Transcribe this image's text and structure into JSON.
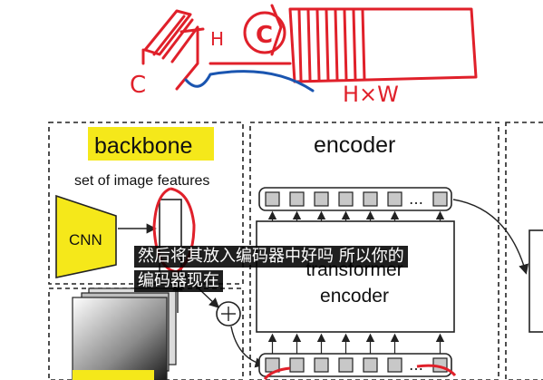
{
  "diagram": {
    "backbone_panel": {
      "title": "backbone",
      "subtitle": "set of image features",
      "cnn_label": "CNN"
    },
    "encoder_panel": {
      "title": "encoder",
      "transformer_label_line1": "transformer",
      "transformer_label_line2": "encoder",
      "ellipsis": "…"
    },
    "handwritten_annotation": {
      "letters": [
        "C",
        "H",
        "C"
      ],
      "dims": "H×W"
    },
    "colors": {
      "highlight": "#f5e81a",
      "ink_red": "#e0202a",
      "ink_blue": "#1a55b0",
      "token_fill": "#c8c8c8",
      "caption_bg": "#000000"
    }
  },
  "subtitle": {
    "line1": "然后将其放入编码器中好吗 所以你的",
    "line2": "编码器现在"
  }
}
